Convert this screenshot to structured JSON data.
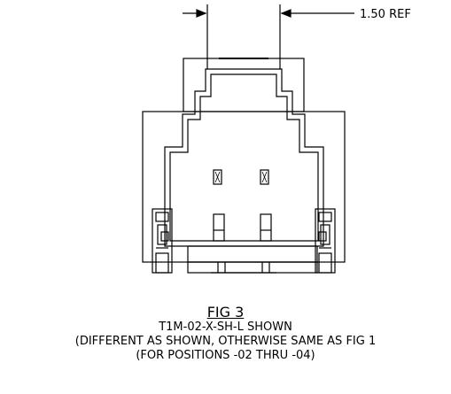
{
  "dimension": {
    "label": "1.50 REF"
  },
  "caption": {
    "figure": "FIG 3",
    "line1": "T1M-02-X-SH-L SHOWN",
    "line2": "(DIFFERENT AS SHOWN, OTHERWISE SAME AS FIG 1",
    "line3": "(FOR POSITIONS -02 THRU -04)"
  }
}
